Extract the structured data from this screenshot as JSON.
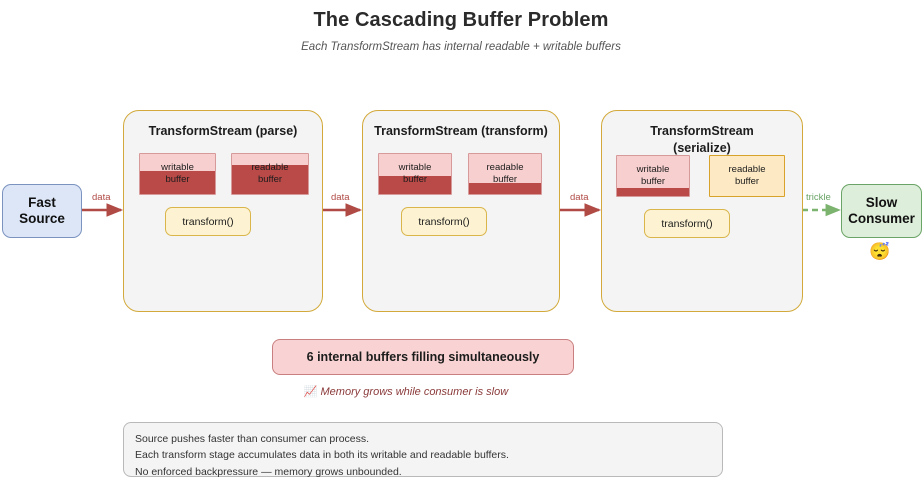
{
  "header": {
    "title": "The Cascading Buffer Problem",
    "subtitle": "Each TransformStream has internal readable + writable buffers"
  },
  "endpoints": {
    "source": {
      "label": "Fast\nSource",
      "line1": "Fast",
      "line2": "Source",
      "color": "#dce6f7",
      "border": "#7b93bf"
    },
    "consumer": {
      "label": "Slow\nConsumer",
      "line1": "Slow",
      "line2": "Consumer",
      "color": "#ddeeda",
      "border": "#6aa466",
      "emoji": "😴"
    }
  },
  "edges": [
    {
      "label": "data",
      "kind": "solid",
      "color": "#b04a45",
      "from": "source",
      "to": "stage-1"
    },
    {
      "label": "data",
      "kind": "solid",
      "color": "#b04a45",
      "from": "stage-1",
      "to": "stage-2"
    },
    {
      "label": "data",
      "kind": "solid",
      "color": "#b04a45",
      "from": "stage-2",
      "to": "stage-3"
    },
    {
      "label": "trickle",
      "kind": "dashed",
      "color": "#6aa466",
      "from": "stage-3",
      "to": "consumer"
    }
  ],
  "stages": [
    {
      "title": "TransformStream (parse)",
      "title_line1": "TransformStream (parse)",
      "title_line2": "",
      "transform_label": "transform()",
      "has_internal_arrows": true,
      "buffers": [
        {
          "name": "writable",
          "label_line1": "writable",
          "label_line2": "buffer",
          "fill_percent": 58,
          "style": "red"
        },
        {
          "name": "readable",
          "label_line1": "readable",
          "label_line2": "buffer",
          "fill_percent": 72,
          "style": "red"
        }
      ]
    },
    {
      "title": "TransformStream (transform)",
      "title_line1": "TransformStream (transform)",
      "title_line2": "",
      "transform_label": "transform()",
      "has_internal_arrows": false,
      "buffers": [
        {
          "name": "writable",
          "label_line1": "writable",
          "label_line2": "buffer",
          "fill_percent": 46,
          "style": "red"
        },
        {
          "name": "readable",
          "label_line1": "readable",
          "label_line2": "buffer",
          "fill_percent": 27,
          "style": "red"
        }
      ]
    },
    {
      "title": "TransformStream (serialize)",
      "title_line1": "TransformStream",
      "title_line2": "(serialize)",
      "transform_label": "transform()",
      "has_internal_arrows": false,
      "buffers": [
        {
          "name": "writable",
          "label_line1": "writable",
          "label_line2": "buffer",
          "fill_percent": 20,
          "style": "red"
        },
        {
          "name": "readable",
          "label_line1": "readable",
          "label_line2": "buffer",
          "fill_percent": 0,
          "style": "amber"
        }
      ]
    }
  ],
  "banner": {
    "text": "6 internal buffers filling simultaneously",
    "buffer_count": 6,
    "background": "#f9d3d3",
    "border": "#c97f7f"
  },
  "memory_note": {
    "emoji": "📈",
    "text": "Memory grows while consumer is slow",
    "color": "#8b3a3a"
  },
  "footer": {
    "lines": [
      "Source pushes faster than consumer can process.",
      "Each transform stage accumulates data in both its writable and readable buffers.",
      "No enforced backpressure — memory grows unbounded."
    ]
  }
}
